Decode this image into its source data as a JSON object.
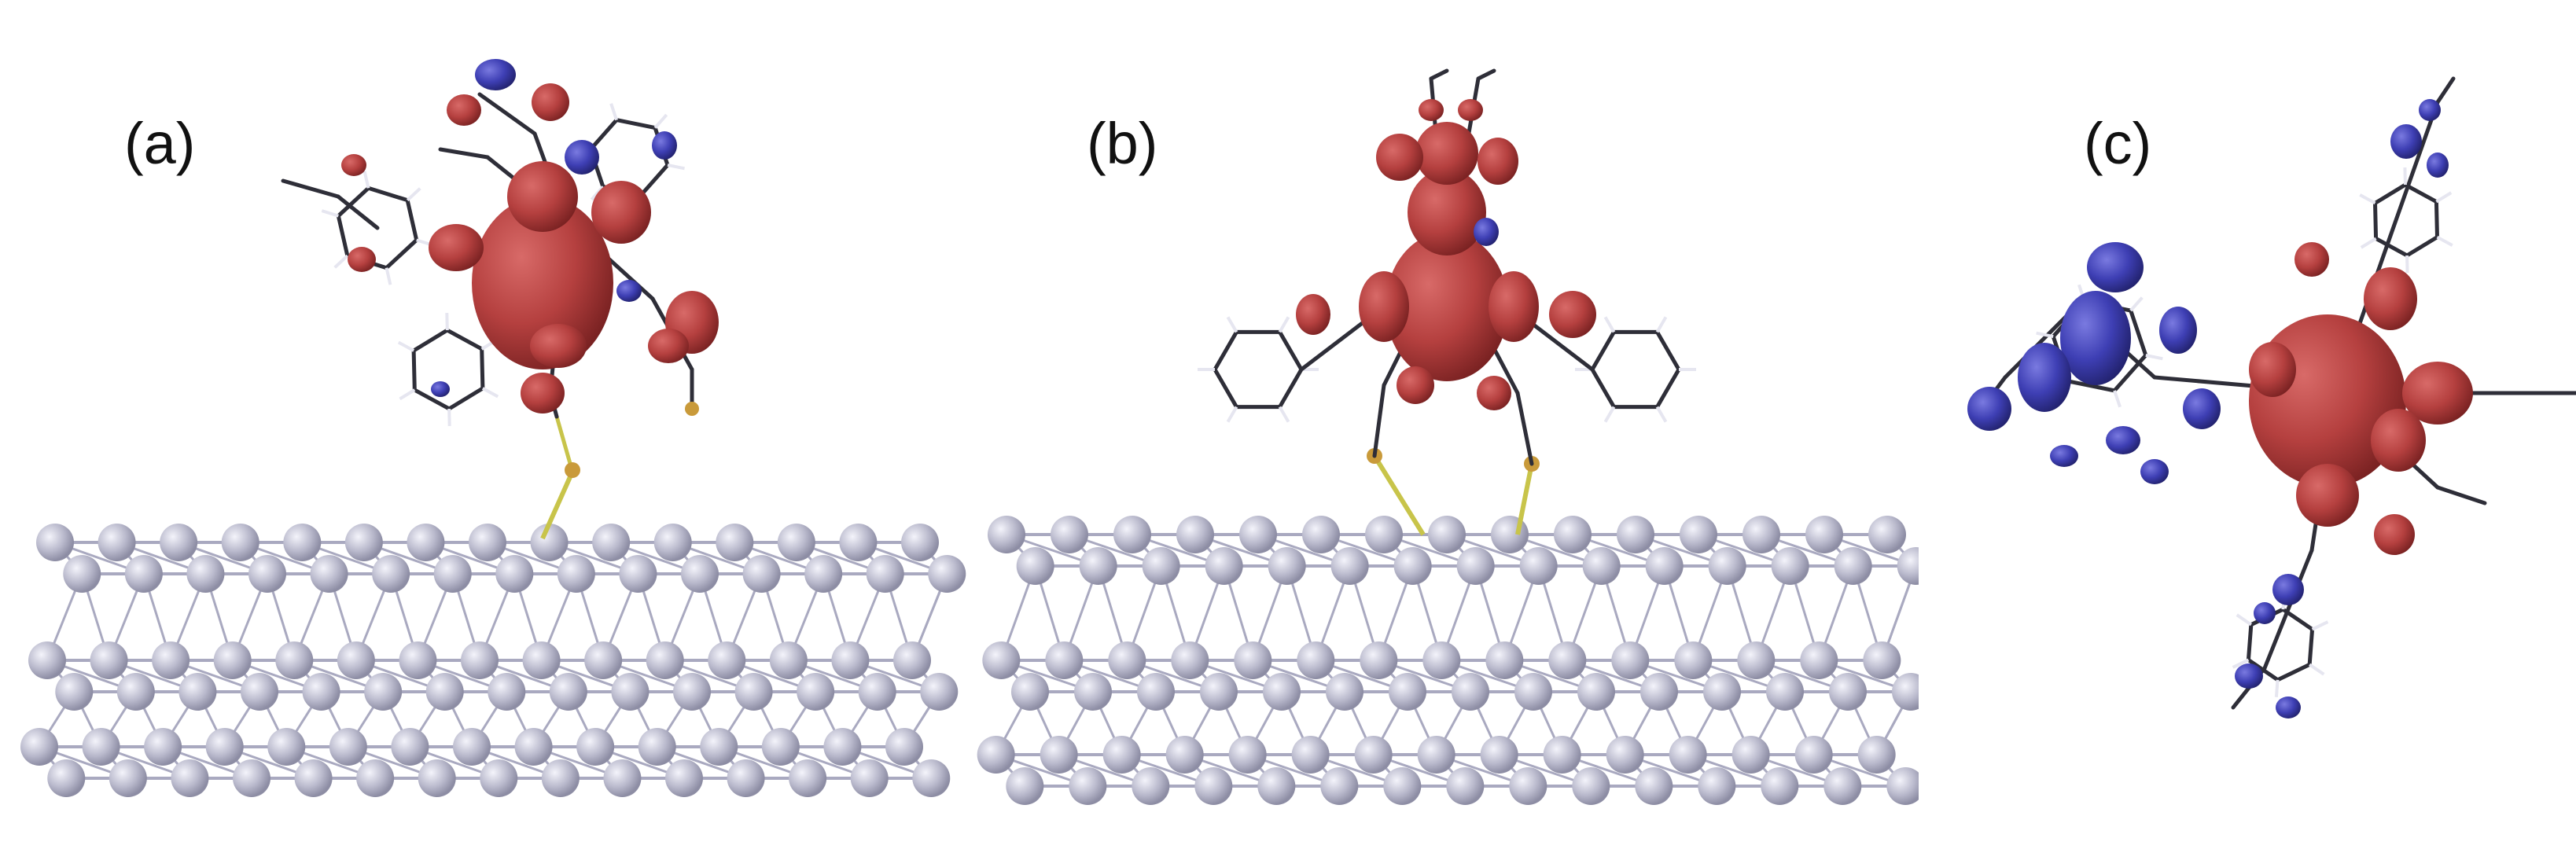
{
  "panels": [
    {
      "label": "(a)",
      "id": "a"
    },
    {
      "label": "(b)",
      "id": "b"
    },
    {
      "label": "(c)",
      "id": "c"
    }
  ],
  "colors": {
    "spin_positive": "#b5403f",
    "spin_negative": "#3e3fb4",
    "metal_atom": "#b9b9cc",
    "metal_bond": "#a9a9c0",
    "molecule_bond": "#2e2e38",
    "sulfur_link": "#c8c44a",
    "hydrogen": "#e6e6f0",
    "nitrogen": "#4a78c8"
  }
}
